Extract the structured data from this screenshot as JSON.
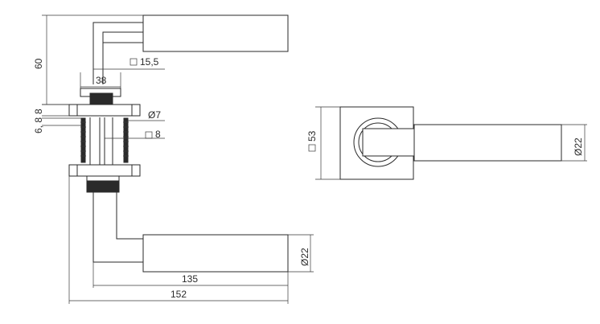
{
  "side_view": {
    "dim_60": "60",
    "dim_15_5": "15,5",
    "dim_38": "38",
    "dim_8_top": "8",
    "dim_6_8": "6, 8",
    "dim_dia7": "Ø7",
    "dim_8_sq": "8",
    "dim_dia22": "Ø22",
    "dim_135": "135",
    "dim_152": "152"
  },
  "front_view": {
    "dim_53": "53",
    "dim_dia22": "Ø22"
  },
  "colors": {
    "line": "#2a2a2a",
    "background": "#ffffff"
  },
  "icons": [
    "square-symbol-icon"
  ]
}
